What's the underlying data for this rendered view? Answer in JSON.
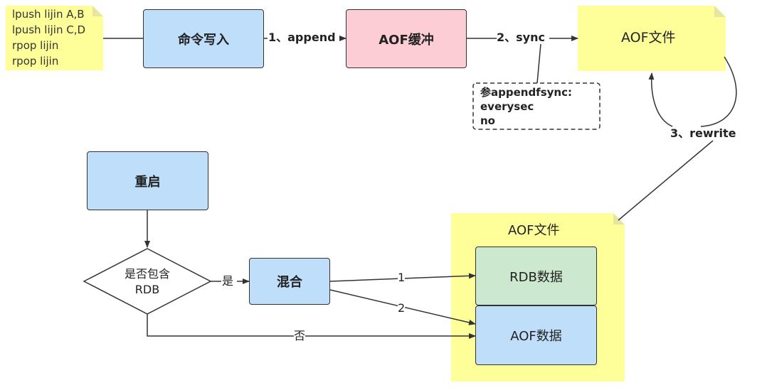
{
  "commands": {
    "lines": [
      "lpush lijin A,B",
      "lpush lijin C,D",
      "rpop  lijin",
      "rpop  lijin"
    ]
  },
  "write_box": {
    "label": "命令写入"
  },
  "edge_append": {
    "label": "1、append"
  },
  "aof_buffer": {
    "label": "AOF缓冲"
  },
  "edge_sync": {
    "label": "2、sync"
  },
  "aof_file_top": {
    "label": "AOF文件"
  },
  "sync_note": {
    "lines": [
      "参appendfsync:",
      "everysec",
      "no"
    ]
  },
  "edge_rewrite": {
    "label": "3、rewrite"
  },
  "restart": {
    "label": "重启"
  },
  "decision": {
    "line1": "是否包含",
    "line2": "RDB"
  },
  "edge_yes": {
    "label": "是"
  },
  "mixed": {
    "label": "混合"
  },
  "edge_1": {
    "label": "1"
  },
  "edge_2": {
    "label": "2"
  },
  "edge_no": {
    "label": "否"
  },
  "aof_file_bottom": {
    "title": "AOF文件"
  },
  "rdb_data": {
    "label": "RDB数据"
  },
  "aof_data": {
    "label": "AOF数据"
  },
  "colors": {
    "note_yellow": "#ffff99",
    "blue_box": "#bfdefa",
    "pink_box": "#fdcdd5",
    "green_box": "#cce8cf",
    "stroke": "#333333"
  }
}
